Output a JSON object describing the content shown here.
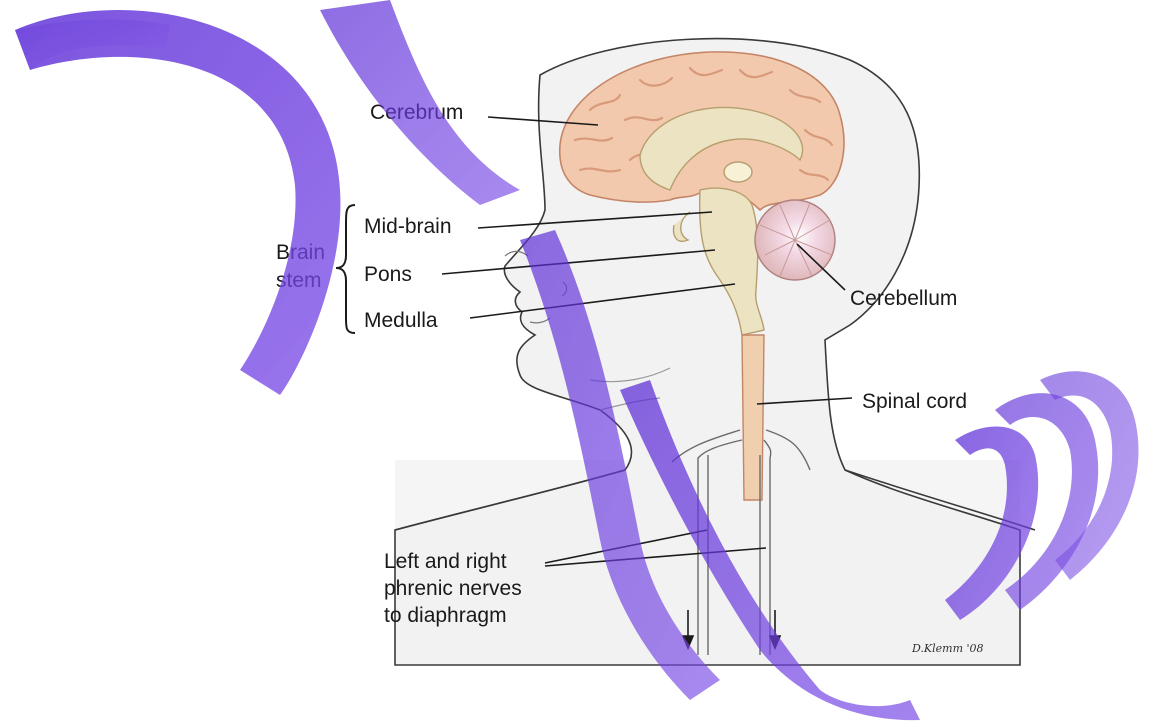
{
  "labels": {
    "cerebrum": "Cerebrum",
    "brain_stem_line1": "Brain",
    "brain_stem_line2": "stem",
    "mid_brain": "Mid-brain",
    "pons": "Pons",
    "medulla": "Medulla",
    "cerebellum": "Cerebellum",
    "spinal_cord": "Spinal cord",
    "phrenic_line1": "Left and right",
    "phrenic_line2": "phrenic nerves",
    "phrenic_line3": "to diaphragm"
  },
  "signature": "D.Klemm '08",
  "colors": {
    "brain": "#f2c9ad",
    "brain_fold": "#d89a7b",
    "stem": "#ece3c3",
    "cord": "#efcfae",
    "skin": "#f2f2f2",
    "outline": "#3a3a3a",
    "watermark": "#5b2bd6"
  }
}
